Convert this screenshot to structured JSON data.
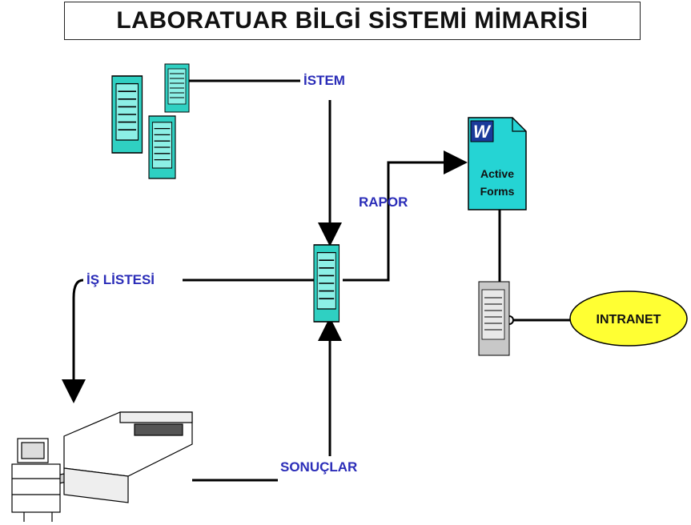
{
  "title": "LABORATUAR BİLGİ SİSTEMİ MİMARİSİ",
  "labels": {
    "istem": "İSTEM",
    "rapor": "RAPOR",
    "is_listesi": "İŞ LİSTESİ",
    "sonuclar": "SONUÇLAR",
    "intranet": "INTRANET"
  },
  "document": {
    "icon_letter": "W",
    "line1": "Active",
    "line2": "Forms"
  },
  "colors": {
    "server_teal": "#2fd0c2",
    "server_gray": "#c8c8c8",
    "document_teal": "#25d4d4",
    "intranet_fill": "#ffff33",
    "label_blue": "#2b2db8",
    "line": "#000000"
  }
}
